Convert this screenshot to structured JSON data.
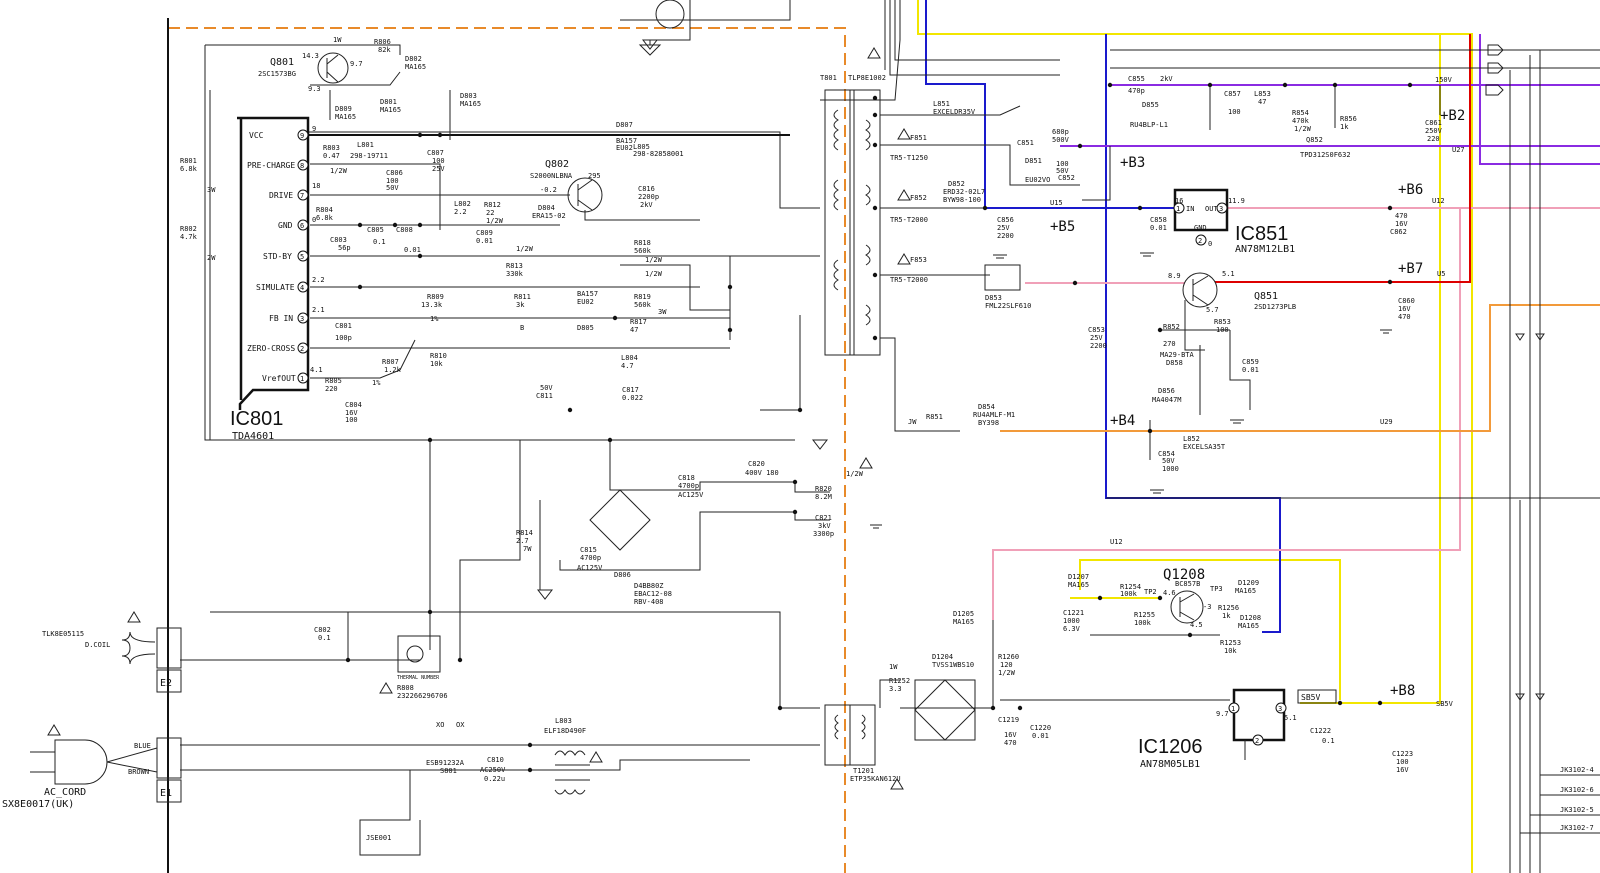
{
  "colors": {
    "line_yellow": "#f2e600",
    "line_blue": "#1a1acc",
    "line_purple": "#8a2be2",
    "line_pink": "#f0a0b8",
    "line_red": "#dd0000",
    "line_orange": "#f29a3a",
    "line_dash_orange": "#e88a2a",
    "line_black": "#222222"
  },
  "ic801": {
    "name": "IC801",
    "part": "TDA4601",
    "pins": [
      {
        "n": "9",
        "label": "VCC"
      },
      {
        "n": "8",
        "label": "PRE-CHARGE"
      },
      {
        "n": "7",
        "label": "DRIVE"
      },
      {
        "n": "6",
        "label": "GND"
      },
      {
        "n": "5",
        "label": "STD-BY"
      },
      {
        "n": "4",
        "label": "SIMULATE"
      },
      {
        "n": "3",
        "label": "FB IN"
      },
      {
        "n": "2",
        "label": "ZERO-CROSS"
      },
      {
        "n": "1",
        "label": "VrefOUT"
      }
    ]
  },
  "ic851": {
    "name": "IC851",
    "part": "AN78M12LB1",
    "pin_in": "IN",
    "pin_out": "OUT",
    "pin_gnd": "GND",
    "n1": "1",
    "n2": "2",
    "n3": "3"
  },
  "ic1206": {
    "name": "IC1206",
    "part": "AN78M05LB1",
    "n1": "1",
    "n2": "2",
    "n3": "3"
  },
  "transistors": {
    "q801": {
      "ref": "Q801",
      "part": "2SC1573BG"
    },
    "q802": {
      "ref": "Q802",
      "part": "S2000NLBNA"
    },
    "q851": {
      "ref": "Q851",
      "part": "2SD1273PLB"
    },
    "q1208": {
      "ref": "Q1208",
      "part": "BC857B"
    }
  },
  "rails": {
    "b2": "+B2",
    "b3": "+B3",
    "b4": "+B4",
    "b5": "+B5",
    "b6": "+B6",
    "b7": "+B7",
    "b8": "+B8",
    "sb5v_box": "SB5V",
    "sb5v": "SB5V"
  },
  "net_labels": {
    "u12a": "U12",
    "u12b": "U12",
    "u15": "U15",
    "u5": "U5",
    "u27": "U27",
    "u29": "U29",
    "tp2": "TP2",
    "tp3": "TP3"
  },
  "transformers": {
    "t801_ref": "T801",
    "t801_part": "TLP8E1002",
    "t1201_ref": "T1201",
    "t1201_part": "ETP35KAN612U"
  },
  "left": {
    "dcoil_part": "TLK8E05115",
    "dcoil_name": "D.COIL",
    "e2": "E2",
    "e1": "E1",
    "blue": "BLUE",
    "brown": "BROWN",
    "ac_cord": "AC_CORD",
    "ac_cord_part": "SX8E0017(UK)",
    "jse": "JSE001"
  },
  "jacks": [
    "JK3102-4",
    "JK3102-6",
    "JK3102-5",
    "JK3102-7"
  ],
  "parts": {
    "r806": "R806",
    "r806v": "82k",
    "v1w": "1W",
    "q801_v1": "14.3",
    "q801_v2": "9.7",
    "q801_v3": "9.3",
    "d802": "D802",
    "d802p": "MA165",
    "d809": "D809",
    "d809p": "MA165",
    "d801": "D801",
    "d801p": "MA165",
    "d803": "D803",
    "d803p": "MA165",
    "d807": "D807",
    "d807p": "BA157",
    "d807p2": "EU02",
    "r801": "R801",
    "r801v": "6.8k",
    "r801w": "3W",
    "r802": "R802",
    "r802v": "4.7k",
    "r802w": "2W",
    "r803": "R803",
    "r803v": "0.47",
    "r803w": "1/2W",
    "l801": "L801",
    "l801p": "298-19711",
    "c806": "C806",
    "c806v": "100",
    "c806u": "50V",
    "c807": "C807",
    "c807v": "100",
    "c807u": "25V",
    "l805": "L805",
    "l805p": "298-82858001",
    "q802_v": "-0.2",
    "q802_v2": "295",
    "c816": "C816",
    "c816v": "2200p",
    "c816u": "2kV",
    "l802": "L802",
    "l802v": "2.2",
    "r812": "R812",
    "r812v": "22",
    "r812w": "1/2W",
    "d804": "D804",
    "d804p": "ERA15-02",
    "r804": "R804",
    "r804v": "6.8k",
    "c803": "C803",
    "c803v": "56p",
    "c805": "C805",
    "c805v": "0.1",
    "c808": "C808",
    "c808v": "0.01",
    "c809": "C809",
    "c809v": "0.01",
    "r813": "R813",
    "r813v": "330k",
    "r813w": "1/2W",
    "r818": "R818",
    "r818v": "560k",
    "r818w": "1/2W",
    "r819": "R819",
    "r819v": "560k",
    "r819w": "1/2W",
    "r817": "R817",
    "r817v": "47",
    "r817w": "3W",
    "r809": "R809",
    "r809v": "13.3k",
    "r809w": "1%",
    "r811": "R811",
    "r811v": "3k",
    "r811w": "B",
    "d805": "D805",
    "d805p": "BA157",
    "d805p2": "EU02",
    "c801": "C801",
    "c801v": "100p",
    "r810": "R810",
    "r810v": "10k",
    "r807": "R807",
    "r807v": "1.2k",
    "r807w": "1%",
    "r805": "R805",
    "r805v": "220",
    "c804": "C804",
    "c804v": "16V",
    "c804u": "100",
    "l804": "L804",
    "l804v": "4.7",
    "c811": "C811",
    "c811v": "50V",
    "c817": "C817",
    "c817v": "0.022",
    "pin_v9": "9",
    "pin_v8": "18",
    "pin_v6": "0",
    "pin_v4": "2.2",
    "pin_v3": "2.1",
    "pin_v1": "4.1",
    "c818": "C818",
    "c818v": "4700p",
    "c818u": "AC125V",
    "c820": "C820",
    "c820v": "400V 180",
    "r820": "R820",
    "r820v": "8.2M",
    "r820w": "1/2W",
    "c821": "C821",
    "c821v": "3kV",
    "c821u": "3300p",
    "r814": "R814",
    "r814v": "2.7",
    "r814w": "7W",
    "c815": "C815",
    "c815v": "4700p",
    "c815u": "AC125V",
    "d806": "D806",
    "d806p": "D4BB80Z",
    "d806p2": "EBAC12-08",
    "d806p3": "RBV-408",
    "c802": "C802",
    "c802v": "0.1",
    "r808": "R808",
    "r808p": "232266296706",
    "l803": "L803",
    "l803p": "ELF18D490F",
    "s801": "S801",
    "s801p": "ESB91232A",
    "c810": "C810",
    "c810v": "AC250V",
    "c810u": "0.22u",
    "l851": "L851",
    "l851p": "EXCELDR35V",
    "f851": "F851",
    "f851p": "TR5-T1250",
    "f852": "F852",
    "f852p": "TR5-T2000",
    "f853": "F853",
    "f853p": "TR5-T2000",
    "d852": "D852",
    "d852p": "ERD32-02L7",
    "d852p2": "BYW98-100",
    "c856": "C856",
    "c856v": "25V",
    "c856u": "2200",
    "d853": "D853",
    "d853p": "FML22SLF610",
    "c853": "C853",
    "c853v": "25V",
    "c853u": "2200",
    "c851": "C851",
    "c851v": "680p",
    "c851u": "500V",
    "d851": "D851",
    "d851p": "EU02VO",
    "c852": "C852",
    "c852v": "100",
    "c852u": "50V",
    "c855": "C855",
    "c855v": "470p",
    "c855u": "2kV",
    "d855": "D855",
    "d855p": "RU4BLP-L1",
    "c857": "C857",
    "c857v": "100",
    "l853": "L853",
    "l853v": "47",
    "r854": "R854",
    "r854v": "470k",
    "r854w": "1/2W",
    "q852": "Q852",
    "q852p": "TPD312S0F632",
    "r856": "R856",
    "r856v": "1k",
    "c861": "C861",
    "c861v": "250V",
    "c861u": "220",
    "v150": "150V",
    "c858": "C858",
    "c858v": "0.01",
    "ic851_v1": "16",
    "ic851_v3": "11.9",
    "ic851_v2": "0",
    "c862": "C862",
    "c862v": "470",
    "c862u": "16V",
    "q851_vb": "8.9",
    "q851_vc": "5.1",
    "q851_ve": "5.7",
    "c860": "C860",
    "c860v": "16V",
    "c860u": "470",
    "r852": "R852",
    "r852v": "270",
    "r853": "R853",
    "r853v": "100",
    "d858": "D858",
    "d858p": "MA29-BTA",
    "c859": "C859",
    "c859v": "0.01",
    "d856": "D856",
    "d856p": "MA4047M",
    "r851": "R851",
    "jw": "JW",
    "d854": "D854",
    "d854p": "RU4AMLF-M1",
    "d854p2": "BY398",
    "l852": "L852",
    "l852p": "EXCELSA35T",
    "c854": "C854",
    "c854v": "50V",
    "c854u": "1000",
    "d1207": "D1207",
    "d1207p": "MA165",
    "r1254": "R1254",
    "r1254v": "100k",
    "q1208_v1": "4.6",
    "q1208_v2": "-3",
    "q1208_v3": "4.5",
    "d1209": "D1209",
    "d1209p": "MA165",
    "r1256": "R1256",
    "r1256v": "1k",
    "c1221": "C1221",
    "c1221v": "1000",
    "c1221u": "6.3V",
    "r1255": "R1255",
    "r1255v": "100k",
    "d1208": "D1208",
    "d1208p": "MA165",
    "r1253": "R1253",
    "r1253v": "10k",
    "d1205": "D1205",
    "d1205p": "MA165",
    "r1260": "R1260",
    "r1260v": "120",
    "r1260w": "1/2W",
    "d1204": "D1204",
    "d1204p": "TVSS1WBS10",
    "r1252": "R1252",
    "r1252v": "3.3",
    "r1252w": "1W",
    "c1219": "C1219",
    "c1219v": "16V",
    "c1219u": "470",
    "c1220": "C1220",
    "c1220v": "0.01",
    "ic1206_v1": "9.7",
    "ic1206_v3": "5.1",
    "c1222": "C1222",
    "c1222v": "0.1",
    "c1223": "C1223",
    "c1223v": "100",
    "c1223u": "16V",
    "xo": "XO",
    "ox": "OX",
    "ptc": "THERMAL NUMBER"
  }
}
